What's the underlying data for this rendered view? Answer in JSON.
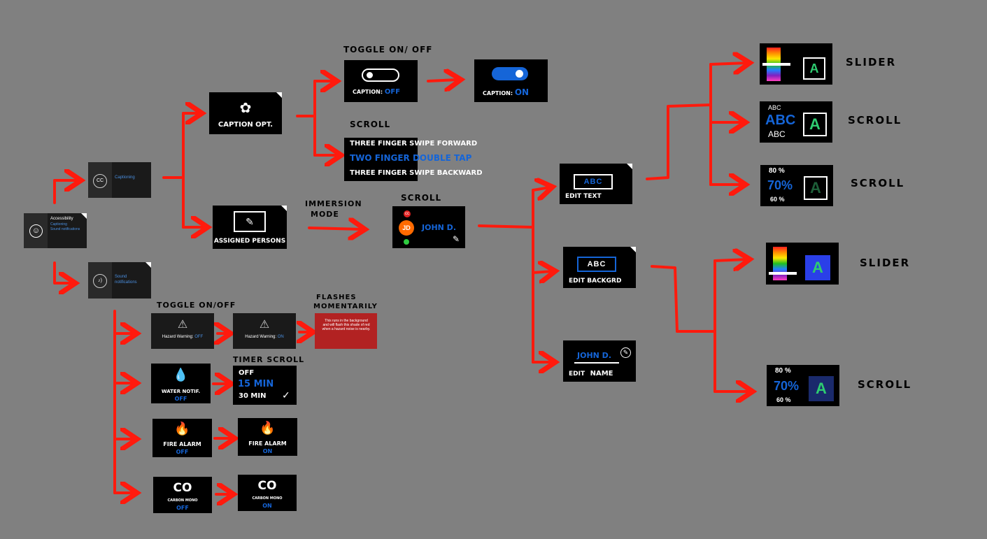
{
  "colors": {
    "background": "#808080",
    "arrow": "#ff1a0d",
    "accent_blue": "#1565d8",
    "hazard_red": "#b22222"
  },
  "accessibility": {
    "title": "Accessibility",
    "line1": "Captioning",
    "line2": "Sound notifications",
    "icon": "accessibility-icon"
  },
  "captioning": {
    "label": "Captioning",
    "icon": "cc-icon"
  },
  "sound": {
    "label_1": "Sound",
    "label_2": "notifications",
    "icon": "sound-icon"
  },
  "caption_opt": {
    "label": "Caption opt.",
    "icon": "gear-icon"
  },
  "toggle_top": {
    "label": "Toggle on/ off",
    "caption": "Caption:",
    "off": "off",
    "on": "on"
  },
  "scroll_top": {
    "label": "Scroll",
    "line1": "Three finger swipe forward",
    "line2": "Two finger double tap",
    "line3": "Three finger swipe backward"
  },
  "assigned": {
    "label": "Assigned persons",
    "icon": "pencil-bubble-icon"
  },
  "immersion": {
    "line1": "Immersion",
    "line2": "mode"
  },
  "person": {
    "label": "Scroll",
    "initials": "JD",
    "name": "John D.",
    "badge": "cc"
  },
  "edit_text": {
    "sample": "ABC",
    "label": "Edit text"
  },
  "edit_bg": {
    "sample": "ABC",
    "label": "Edit backgrd"
  },
  "edit_name": {
    "name": "John D.",
    "label": "Edit",
    "label2": "name"
  },
  "right_options": {
    "slider1": "Slider",
    "scroll1": "Scroll",
    "scroll2": "Scroll",
    "slider2": "Slider",
    "scroll3": "Scroll",
    "abc_small": "ABC",
    "abc_big": "ABC",
    "abc_mid": "ABC",
    "letter": "A",
    "pct_80": "80 %",
    "pct_70": "70%",
    "pct_60": "60 %"
  },
  "hazard": {
    "toggle_label": "Toggle on/off",
    "text": "Hazard Warning:",
    "off": "OFF",
    "on": "ON",
    "flash_label_1": "Flashes",
    "flash_label_2": "momentarily",
    "flash_text": "This runs in the background and will flash this shade of red when a hazard noise is nearby."
  },
  "water": {
    "label": "Water notif.",
    "state": "off",
    "timer_label": "Timer scroll",
    "opt1": "off",
    "opt2": "15 min",
    "opt3": "30 min",
    "check": "✓"
  },
  "fire": {
    "label": "Fire alarm",
    "off": "off",
    "on": "on"
  },
  "co": {
    "title": "CO",
    "label": "carbon mono",
    "off": "off",
    "on": "on"
  }
}
